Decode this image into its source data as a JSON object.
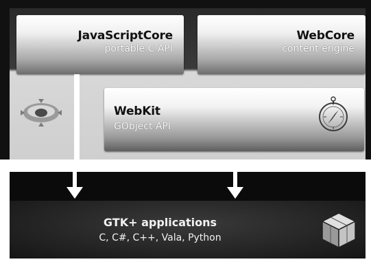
{
  "components": {
    "javascriptcore": {
      "title": "JavaScriptCore",
      "subtitle": "portable C API"
    },
    "webcore": {
      "title": "WebCore",
      "subtitle": "content engine"
    },
    "webkit": {
      "title": "WebKit",
      "subtitle": "GObject API"
    },
    "gtk": {
      "title": "GTK+ applications",
      "subtitle": "C, C#, C++, Vala, Python"
    }
  },
  "icons": {
    "left": "gear-icon",
    "webkit": "compass-icon",
    "gtk": "cube-icon"
  },
  "colors": {
    "dark_frame": "#111111",
    "box_light": "#ffffff",
    "box_dark": "#6d6d6d",
    "gtk_panel": "#262626",
    "arrow": "#ffffff"
  }
}
